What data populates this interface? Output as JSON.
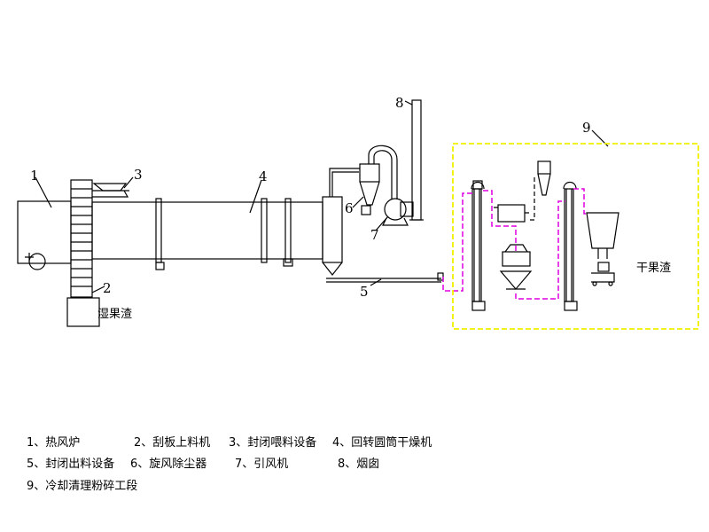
{
  "labels": {
    "n1": "1",
    "n2": "2",
    "n3": "3",
    "n4": "4",
    "n5": "5",
    "n6": "6",
    "n7": "7",
    "n8": "8",
    "n9": "9",
    "wet": "湿果渣",
    "dry": "干果渣"
  },
  "legend": [
    "1、热风炉",
    "2、刮板上料机",
    "3、封闭喂料设备",
    "4、回转圆筒干燥机",
    "5、封闭出料设备",
    "6、旋风除尘器",
    "7、引风机",
    "8、烟囱",
    "9、冷却清理粉碎工段"
  ],
  "colors": {
    "line": "#000000",
    "pipe": "#e000e0",
    "zone": "#f0f000"
  }
}
